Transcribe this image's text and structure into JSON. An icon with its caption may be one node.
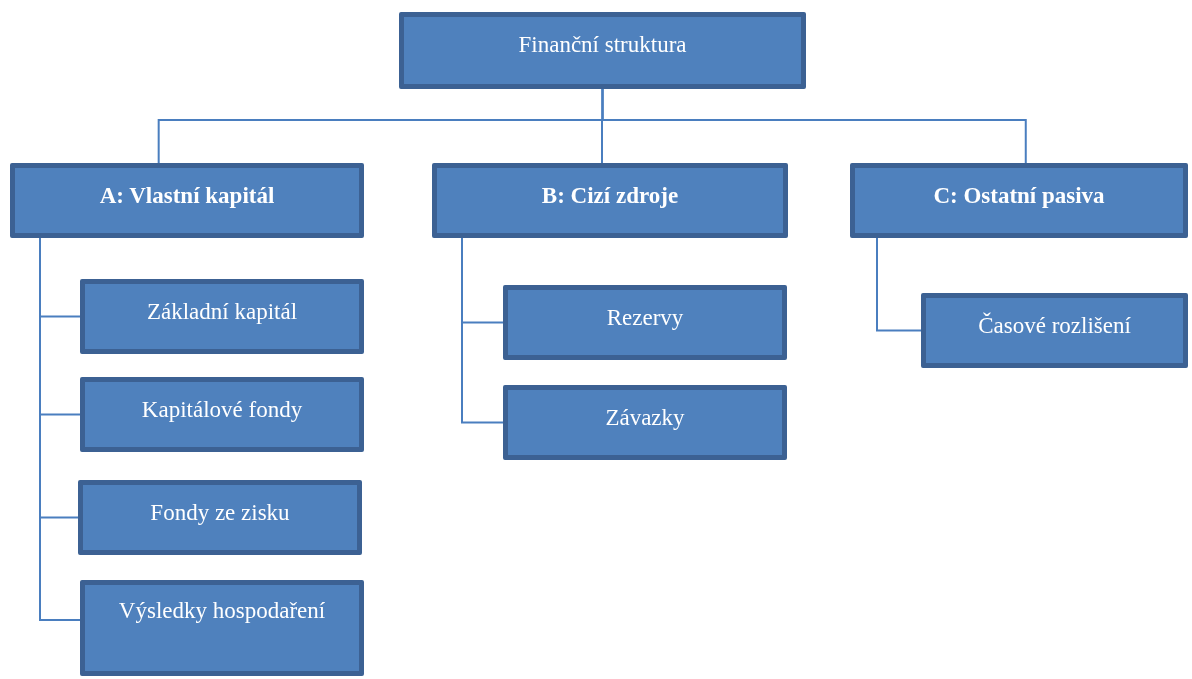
{
  "diagram": {
    "nodes": [
      {
        "text": [
          "Finanční struktura"
        ]
      },
      {
        "text": [
          "A: Vlastní kapitál"
        ]
      },
      {
        "text": [
          "B: Cizí zdroje"
        ]
      },
      {
        "text": [
          "C: Ostatní pasiva"
        ]
      },
      {
        "text": [
          "Základní kapitál"
        ]
      },
      {
        "text": [
          "Kapitálové fondy"
        ]
      },
      {
        "text": [
          "Fondy ze zisku"
        ]
      },
      {
        "text": [
          "Výsledky hospodaření"
        ]
      },
      {
        "text": [
          "Rezervy"
        ]
      },
      {
        "text": [
          "Závazky"
        ]
      },
      {
        "text": [
          "Časové rozlišení"
        ]
      }
    ],
    "edges": [
      {
        "from": 0,
        "to": 1,
        "arrow": "none"
      },
      {
        "from": 0,
        "to": 2,
        "arrow": "none"
      },
      {
        "from": 0,
        "to": 3,
        "arrow": "none"
      },
      {
        "from": 1,
        "to": 4,
        "arrow": "none"
      },
      {
        "from": 1,
        "to": 5,
        "arrow": "none"
      },
      {
        "from": 1,
        "to": 6,
        "arrow": "none"
      },
      {
        "from": 1,
        "to": 7,
        "arrow": "none"
      },
      {
        "from": 2,
        "to": 8,
        "arrow": "none"
      },
      {
        "from": 2,
        "to": 9,
        "arrow": "none"
      },
      {
        "from": 3,
        "to": 10,
        "arrow": "none"
      }
    ]
  }
}
